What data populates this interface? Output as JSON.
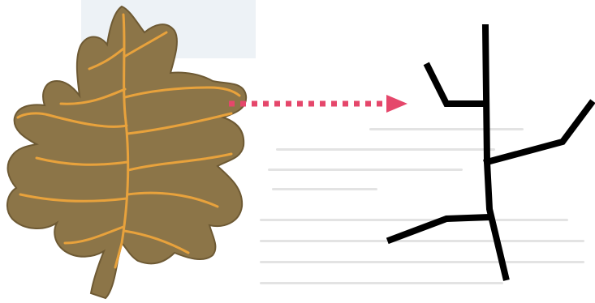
{
  "colors": {
    "leaf_fill": "#8c7548",
    "leaf_edge": "#6e5a34",
    "vein": "#e8a23c",
    "arrow": "#e5476b",
    "skeleton": "#000000",
    "background": "#ffffff"
  },
  "figure": {
    "left_item": "leaf-with-veins",
    "connector": "dotted-arrow",
    "right_item": "vein-skeleton-drawing"
  }
}
